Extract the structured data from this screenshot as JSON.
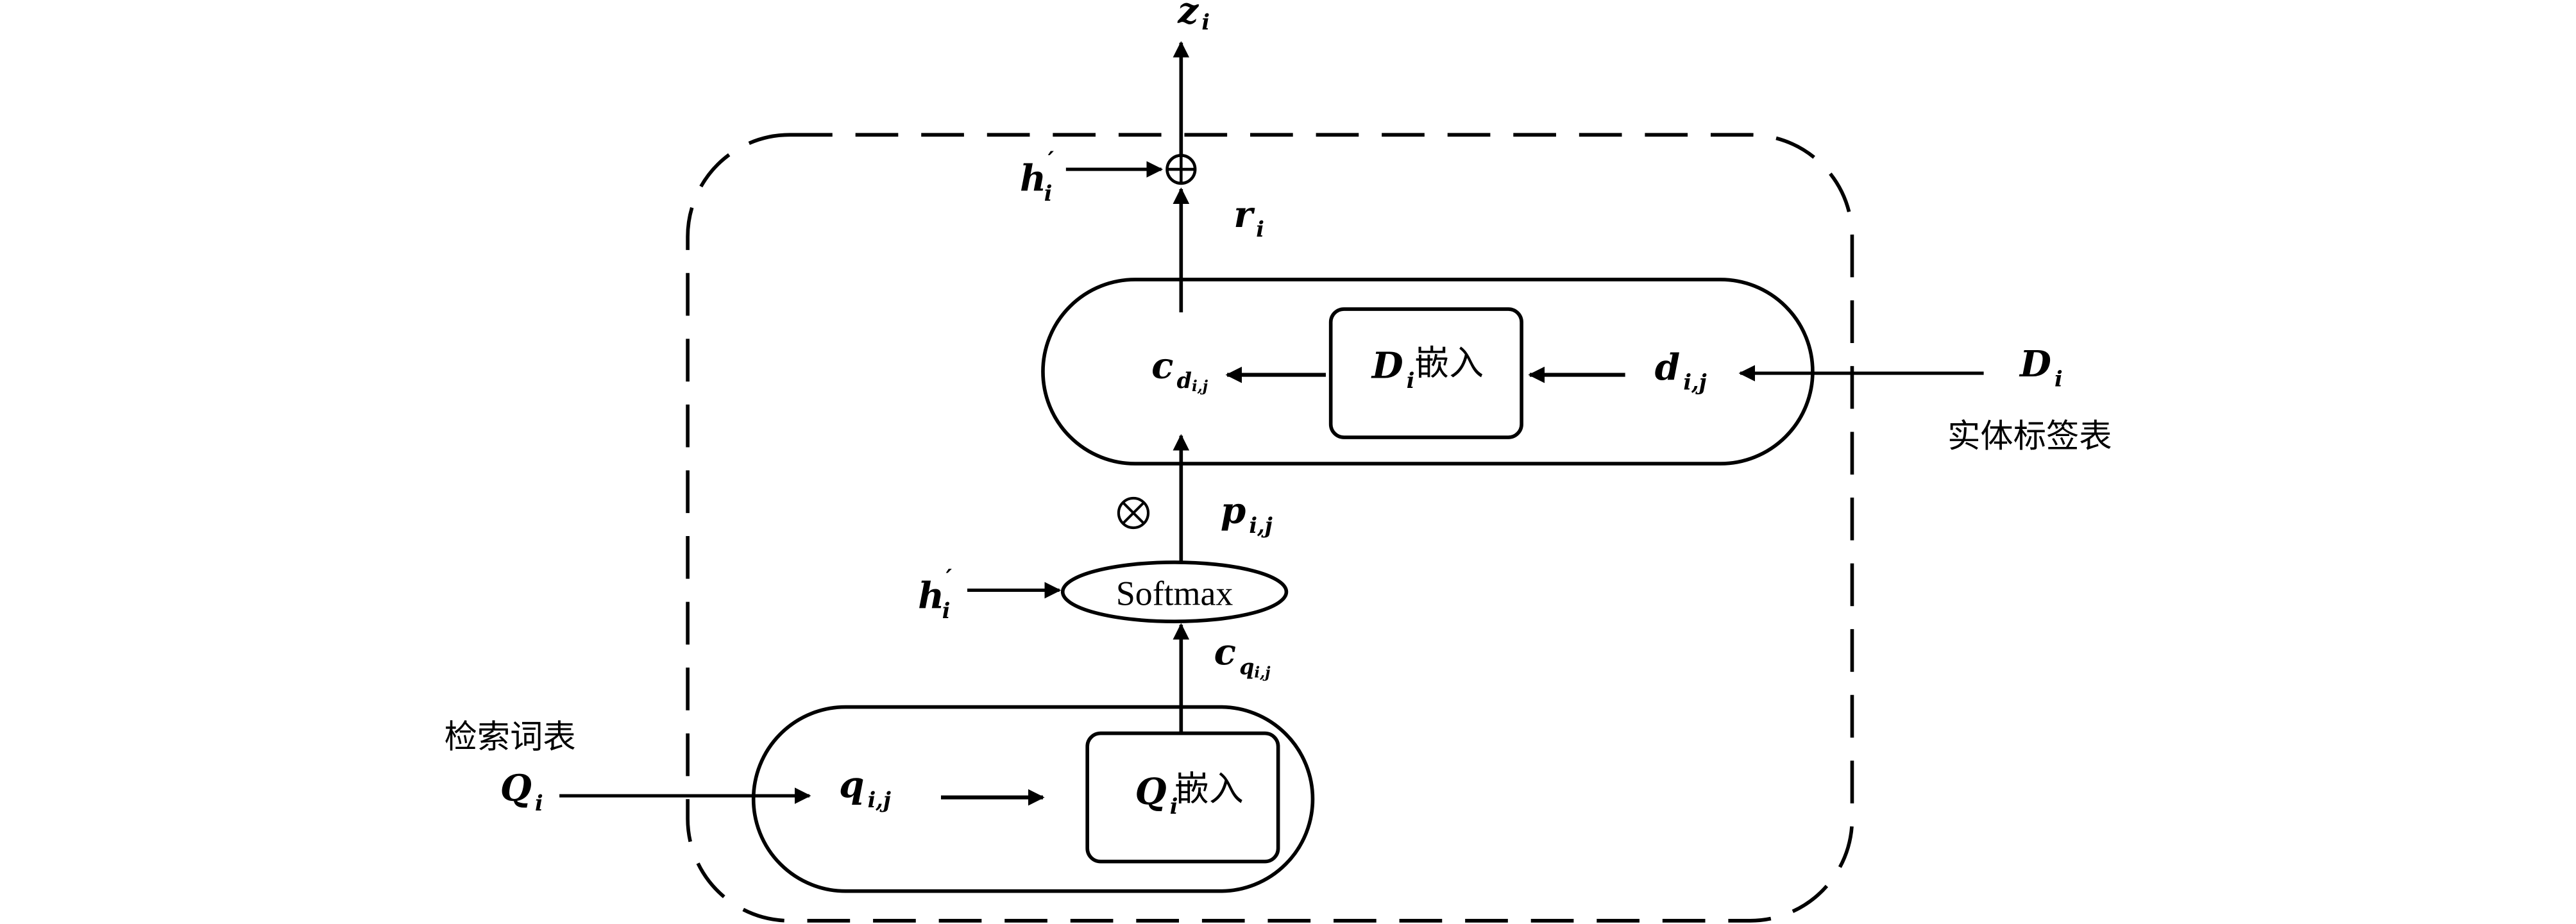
{
  "labels": {
    "z": "z",
    "z_sub": "i",
    "h_top": "h",
    "h_top_prime": "′",
    "h_top_sub": "i",
    "r": "r",
    "r_sub": "i",
    "c_d": "c",
    "c_d_sub": "d",
    "c_d_subsub": "i,j",
    "D_embed": "D",
    "D_embed_sub": "i",
    "D_embed_text": "嵌入",
    "d": "d",
    "d_sub": "i,j",
    "D_input": "D",
    "D_input_sub": "i",
    "entity_table": "实体标签表",
    "otimes": "⊗",
    "oplus": "⊕",
    "p": "p",
    "p_sub": "i,j",
    "h_mid": "h",
    "h_mid_prime": "′",
    "h_mid_sub": "i",
    "softmax": "Softmax",
    "c_q": "c",
    "c_q_sub": "q",
    "c_q_subsub": "i,j",
    "query_table": "检索词表",
    "Q_input": "Q",
    "Q_input_sub": "i",
    "q": "q",
    "q_sub": "i,j",
    "Q_embed": "Q",
    "Q_embed_sub": "i",
    "Q_embed_text": "嵌入"
  }
}
